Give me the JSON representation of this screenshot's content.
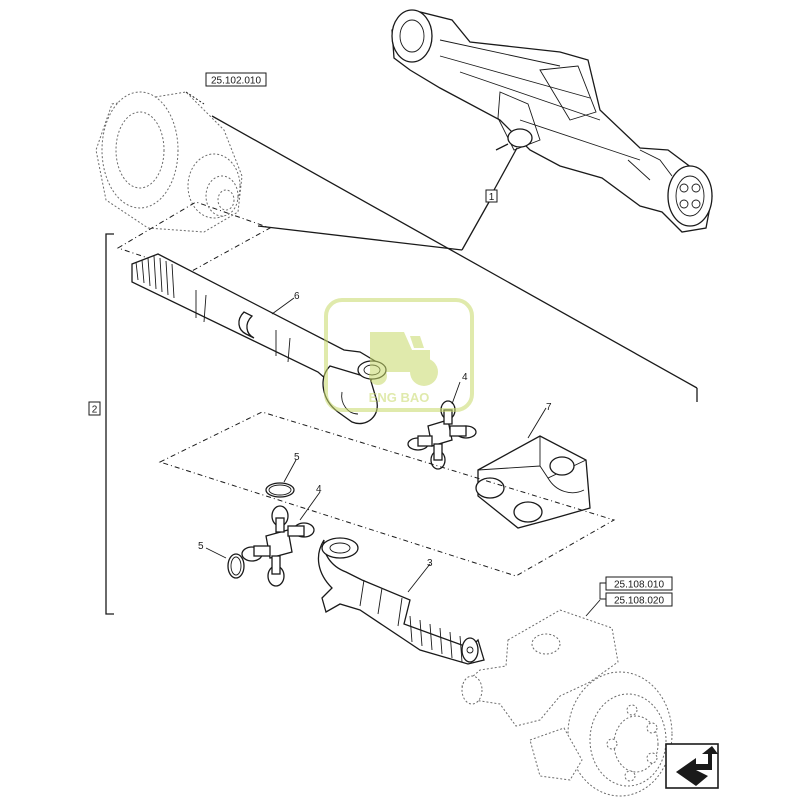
{
  "references": {
    "upper_assembly": "25.102.010",
    "lower_assembly_1": "25.108.010",
    "lower_assembly_2": "25.108.020"
  },
  "callouts": {
    "group_1": "1",
    "group_2": "2",
    "shaft": "6",
    "cross_upper": "4",
    "housing": "7",
    "ring_upper": "5",
    "cross_lower": "4",
    "ring_lower": "5",
    "yoke_shaft": "3"
  },
  "watermark": {
    "text": "ENG BAO",
    "color": "#c7d96a"
  },
  "nav": {
    "icon": "next-page-arrow-icon"
  }
}
